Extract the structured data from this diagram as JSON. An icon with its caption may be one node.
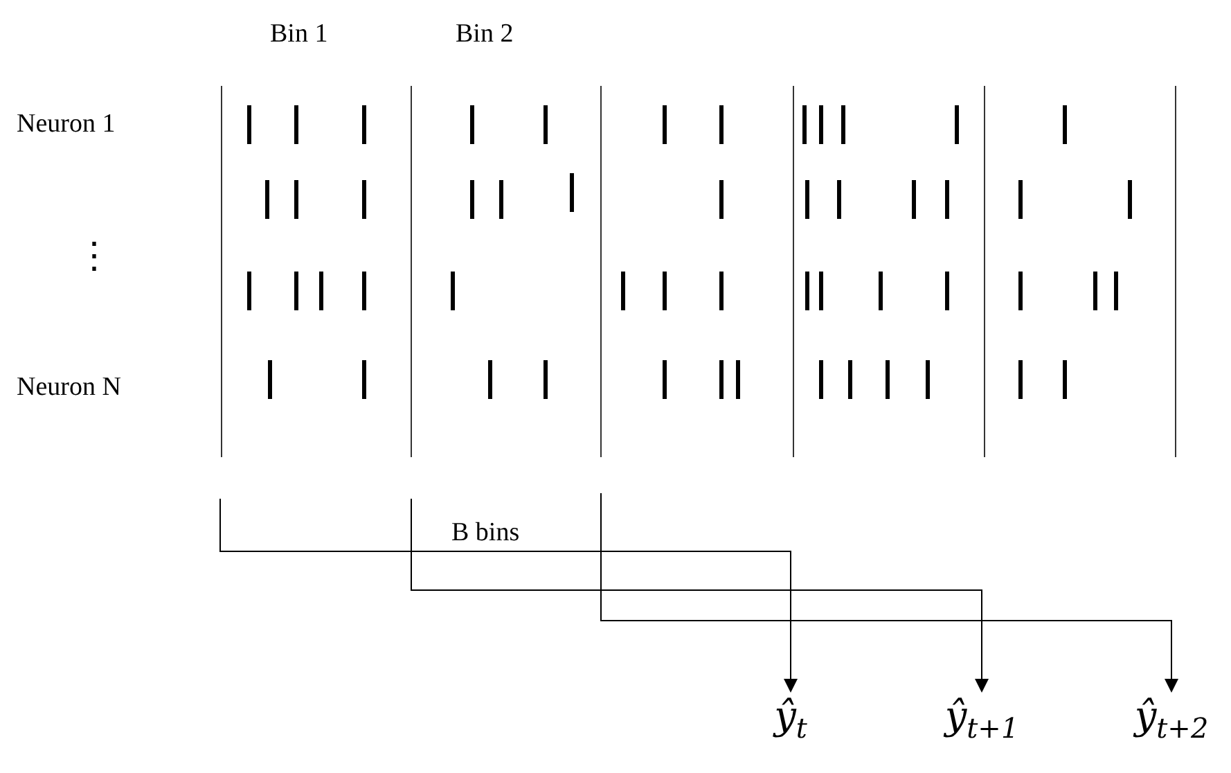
{
  "diagram": {
    "nodes": [
      {
        "text": [
          "ŷ$_{t}$"
        ]
      },
      {
        "text": [
          "ŷ$_{t+1}$"
        ]
      },
      {
        "text": [
          "ŷ$_{t+2}$"
        ]
      }
    ],
    "edges": [
      {
        "from": null,
        "to": 0,
        "arrow": "to"
      },
      {
        "from": null,
        "to": 1,
        "arrow": "to"
      },
      {
        "from": null,
        "to": 2,
        "arrow": "to"
      }
    ],
    "labels": [
      "Bin 1",
      "Bin 2",
      "Neuron 1",
      "⋮",
      "Neuron N",
      "B bins"
    ]
  }
}
